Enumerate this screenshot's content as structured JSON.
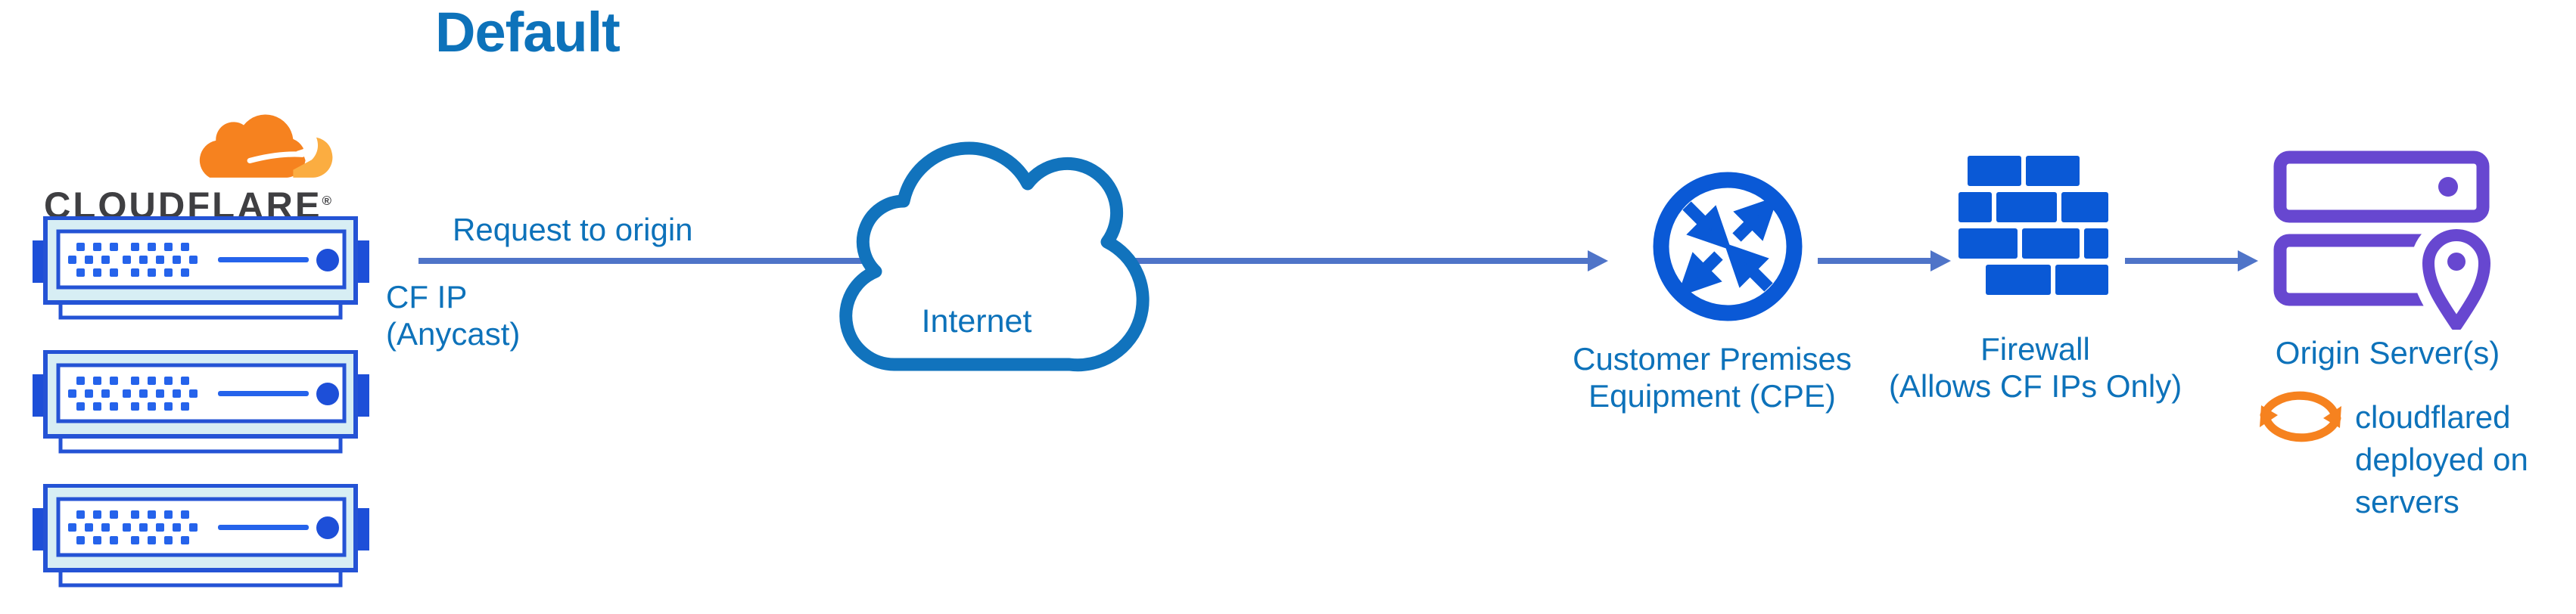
{
  "title": "Default",
  "logo": {
    "wordmark": "CLOUDFLARE",
    "registered": "®"
  },
  "edge_labels": {
    "request": "Request to origin",
    "ip1": "CF IP",
    "ip2": "(Anycast)"
  },
  "nodes": {
    "internet": {
      "label": "Internet"
    },
    "cpe": {
      "line1": "Customer Premises",
      "line2": "Equipment (CPE)"
    },
    "firewall": {
      "line1": "Firewall",
      "line2": "(Allows CF IPs Only)"
    },
    "origin": {
      "label": "Origin Server(s)"
    },
    "cloudflared": {
      "line1": "cloudflared",
      "line2": "deployed on",
      "line3": "servers"
    }
  },
  "colors": {
    "text_blue": "#0d72ba",
    "arrow_blue": "#4f74c8",
    "icon_blue": "#0a59d6",
    "server_border_blue": "#2453d5",
    "server_fill_cyan": "#d7eef4",
    "server_dot_blue": "#2563eb",
    "cloud_outline_blue": "#1173bd",
    "origin_purple": "#6747d0",
    "cf_orange": "#f6821f",
    "cf_orange_light": "#fbad41",
    "wordmark_dark": "#3f3f42"
  }
}
